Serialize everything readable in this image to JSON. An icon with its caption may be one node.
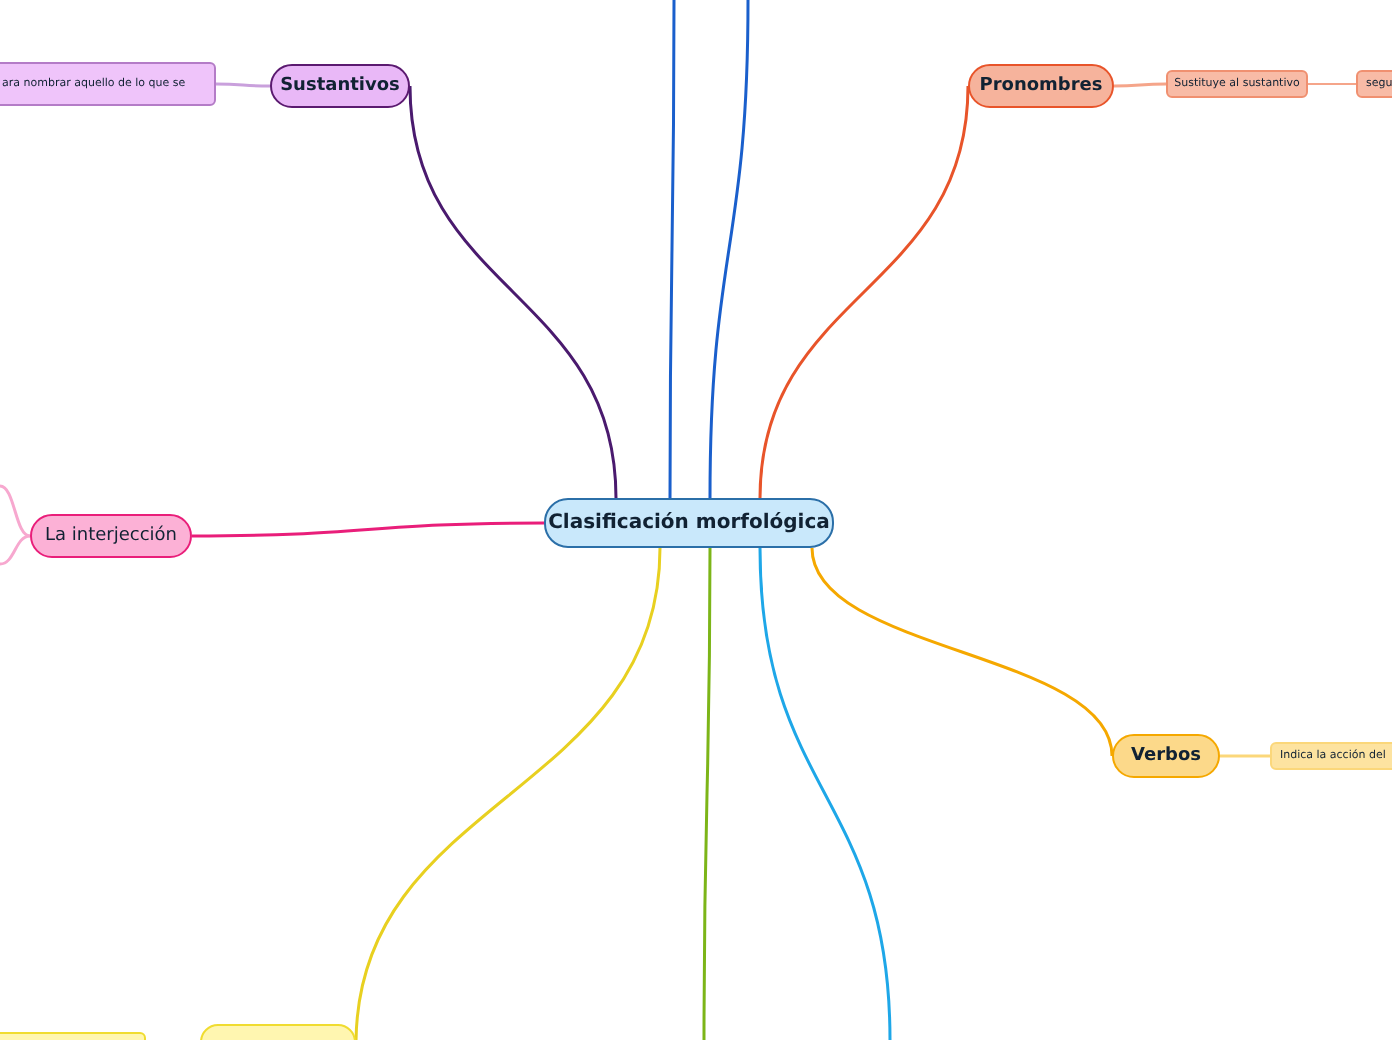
{
  "diagram": {
    "nodes": [
      {
        "text": [
          "Clasificación morfológica"
        ]
      },
      {
        "text": [
          "Sustantivos"
        ]
      },
      {
        "text": [
          "ara nombrar aquello de lo que se"
        ]
      },
      {
        "text": [
          "Pronombres"
        ]
      },
      {
        "text": [
          "Sustituye al sustantivo"
        ]
      },
      {
        "text": [
          "segu"
        ]
      },
      {
        "text": [
          "La interjección"
        ]
      },
      {
        "text": [
          "Verbos"
        ]
      },
      {
        "text": [
          "Indica la acción del"
        ]
      },
      {
        "text": [],
        "shape": "box"
      },
      {
        "text": [],
        "shape": "box"
      }
    ],
    "edges": [
      {
        "from": 0,
        "to": 1,
        "arrow": "none",
        "color": "#4a1a6e"
      },
      {
        "from": 1,
        "to": 2,
        "arrow": "none",
        "color": "#c9a0dc"
      },
      {
        "from": 0,
        "to": 3,
        "arrow": "none",
        "color": "#e8542a"
      },
      {
        "from": 3,
        "to": 4,
        "arrow": "none",
        "color": "#f5a58a"
      },
      {
        "from": 4,
        "to": 5,
        "arrow": "none",
        "color": "#f5a58a"
      },
      {
        "from": 0,
        "to": 6,
        "arrow": "none",
        "color": "#e91e7a"
      },
      {
        "from": 0,
        "to": 7,
        "arrow": "none",
        "color": "#f5a800"
      },
      {
        "from": 7,
        "to": 8,
        "arrow": "none",
        "color": "#fbd77a"
      },
      {
        "from": 0,
        "to": 10,
        "arrow": "none",
        "color": "#e8d020"
      },
      {
        "from": 0,
        "to": null,
        "arrow": "none",
        "color": "#1a5fcc"
      },
      {
        "from": 0,
        "to": null,
        "arrow": "none",
        "color": "#1a5fcc"
      },
      {
        "from": 0,
        "to": null,
        "arrow": "none",
        "color": "#7cb518"
      },
      {
        "from": 0,
        "to": null,
        "arrow": "none",
        "color": "#1ea7e8"
      },
      {
        "from": 6,
        "to": null,
        "arrow": "none",
        "color": "#f7a8cf"
      },
      {
        "from": 6,
        "to": null,
        "arrow": "none",
        "color": "#f7a8cf"
      }
    ]
  }
}
